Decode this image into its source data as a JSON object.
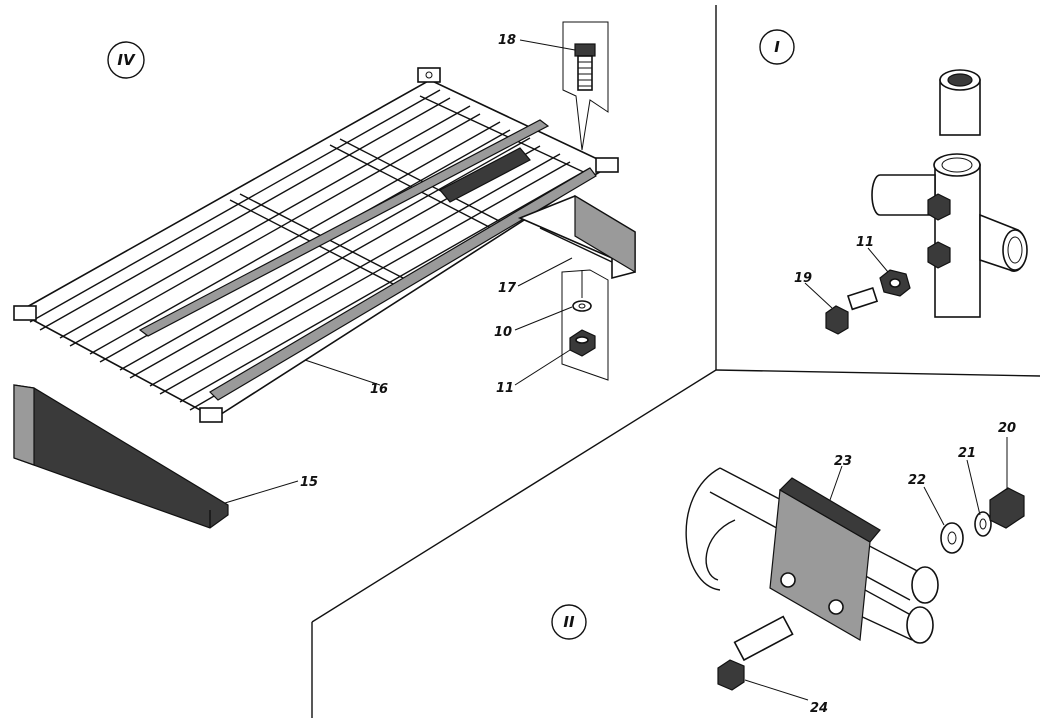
{
  "views": [
    {
      "id": "IV",
      "label": "IV"
    },
    {
      "id": "I",
      "label": "I"
    },
    {
      "id": "II",
      "label": "II"
    }
  ],
  "callouts": {
    "p18": "18",
    "p17": "17",
    "p10": "10",
    "p11a": "11",
    "p16": "16",
    "p15": "15",
    "p11b": "11",
    "p19": "19",
    "p23": "23",
    "p22": "22",
    "p21": "21",
    "p20": "20",
    "p24": "24"
  }
}
